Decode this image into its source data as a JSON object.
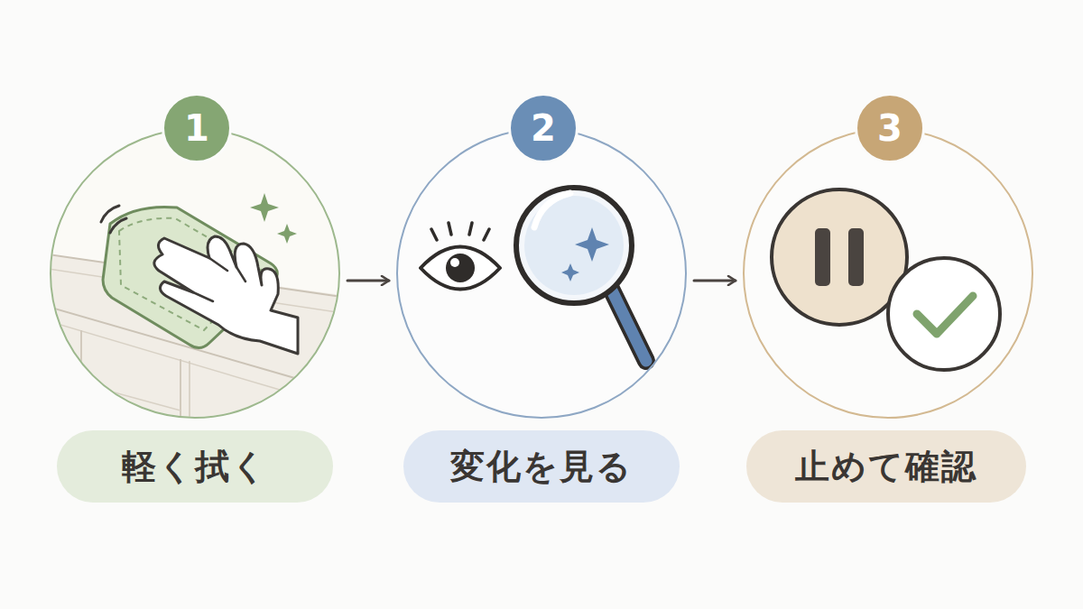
{
  "diagram": {
    "nodes": [
      {
        "text": [
          "1"
        ]
      },
      {
        "text": [
          "2"
        ]
      },
      {
        "text": [
          "3"
        ]
      },
      {
        "text": [
          "軽く拭く"
        ]
      },
      {
        "text": [
          "変化を見る"
        ]
      },
      {
        "text": [
          "止めて確認"
        ]
      }
    ],
    "edges": [
      {
        "from": 0,
        "to": 1,
        "arrow": "to"
      },
      {
        "from": 1,
        "to": 2,
        "arrow": "to"
      }
    ]
  }
}
